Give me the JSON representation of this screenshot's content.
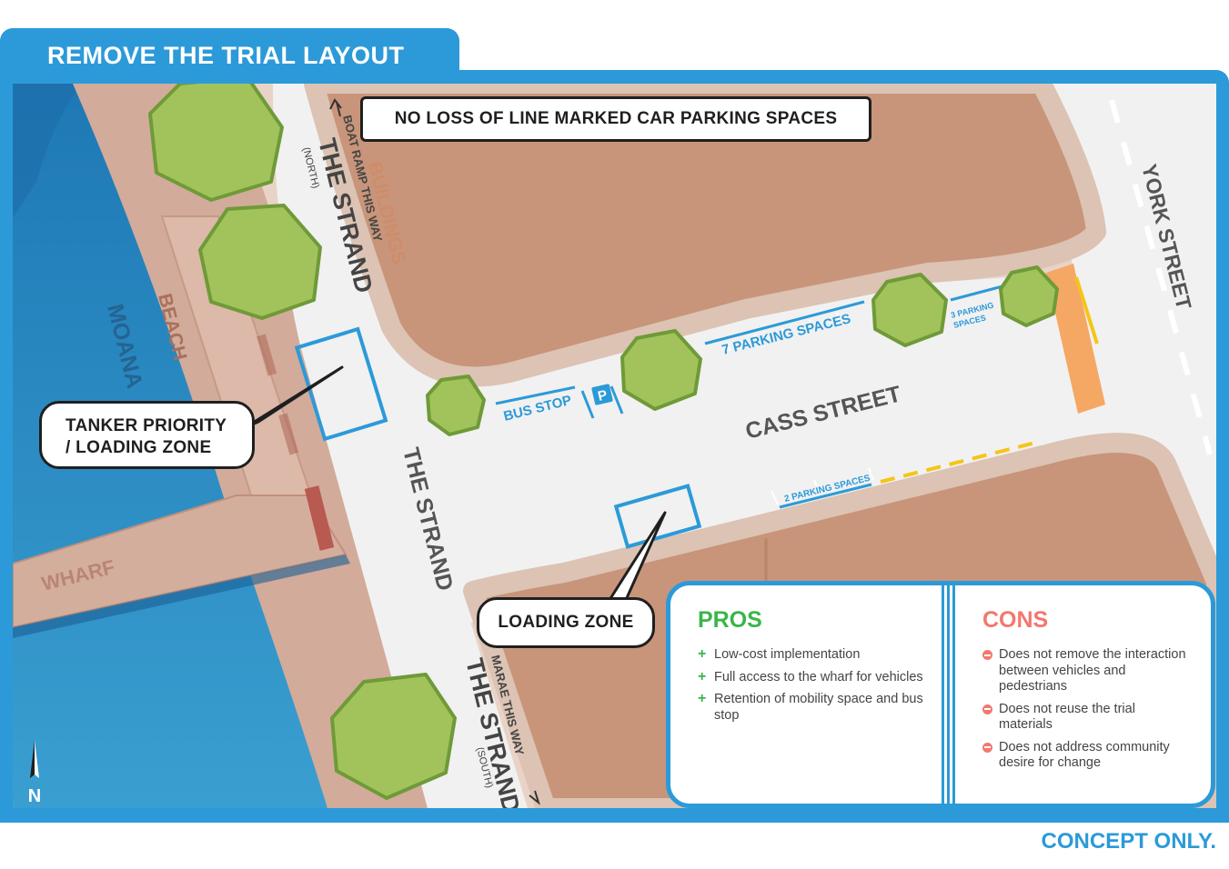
{
  "title": "REMOVE THE TRIAL LAYOUT",
  "banner": "NO LOSS OF LINE MARKED CAR PARKING SPACES",
  "callouts": {
    "tanker_line1": "TANKER PRIORITY",
    "tanker_line2": "/ LOADING ZONE",
    "loading": "LOADING ZONE"
  },
  "labels": {
    "strand_north": "THE STRAND",
    "north_sub": "(NORTH)",
    "boat_ramp": "BOAT RAMP THIS WAY",
    "buildings": "BUILDINGS",
    "york": "YORK STREET",
    "moana": "MOANA",
    "beach": "BEACH",
    "wharf": "WHARF",
    "strand_mid": "THE STRAND",
    "cass": "CASS STREET",
    "bus_stop": "BUS STOP",
    "parking_sign": "P",
    "park7": "7 PARKING SPACES",
    "park3_line1": "3 PARKING",
    "park3_line2": "SPACES",
    "park2": "2 PARKING SPACES",
    "strand_south": "THE STRAND",
    "south_sub": "(SOUTH)",
    "marae": "MARAE THIS WAY"
  },
  "pros": {
    "heading": "PROS",
    "items": [
      "Low-cost implementation",
      "Full access to the wharf for vehicles",
      "Retention of mobility space and bus stop"
    ]
  },
  "cons": {
    "heading": "CONS",
    "items": [
      "Does not remove the interaction between vehicles and pedestrians",
      "Does not reuse the trial materials",
      "Does not address community desire for change"
    ]
  },
  "footer": "CONCEPT ONLY.",
  "north": "N",
  "colors": {
    "frame": "#2c9ad8",
    "water": "#2c8fc4",
    "sand": "#d2ab9a",
    "building": "#c8957a",
    "road": "#f1f1f1",
    "tree": "#a2c35c",
    "tree_edge": "#6f9a38",
    "pros": "#3ab54a",
    "cons": "#f2786e",
    "marking_blue": "#2c9ad8",
    "marking_yellow": "#f5c518",
    "crossing": "#f5a764"
  }
}
